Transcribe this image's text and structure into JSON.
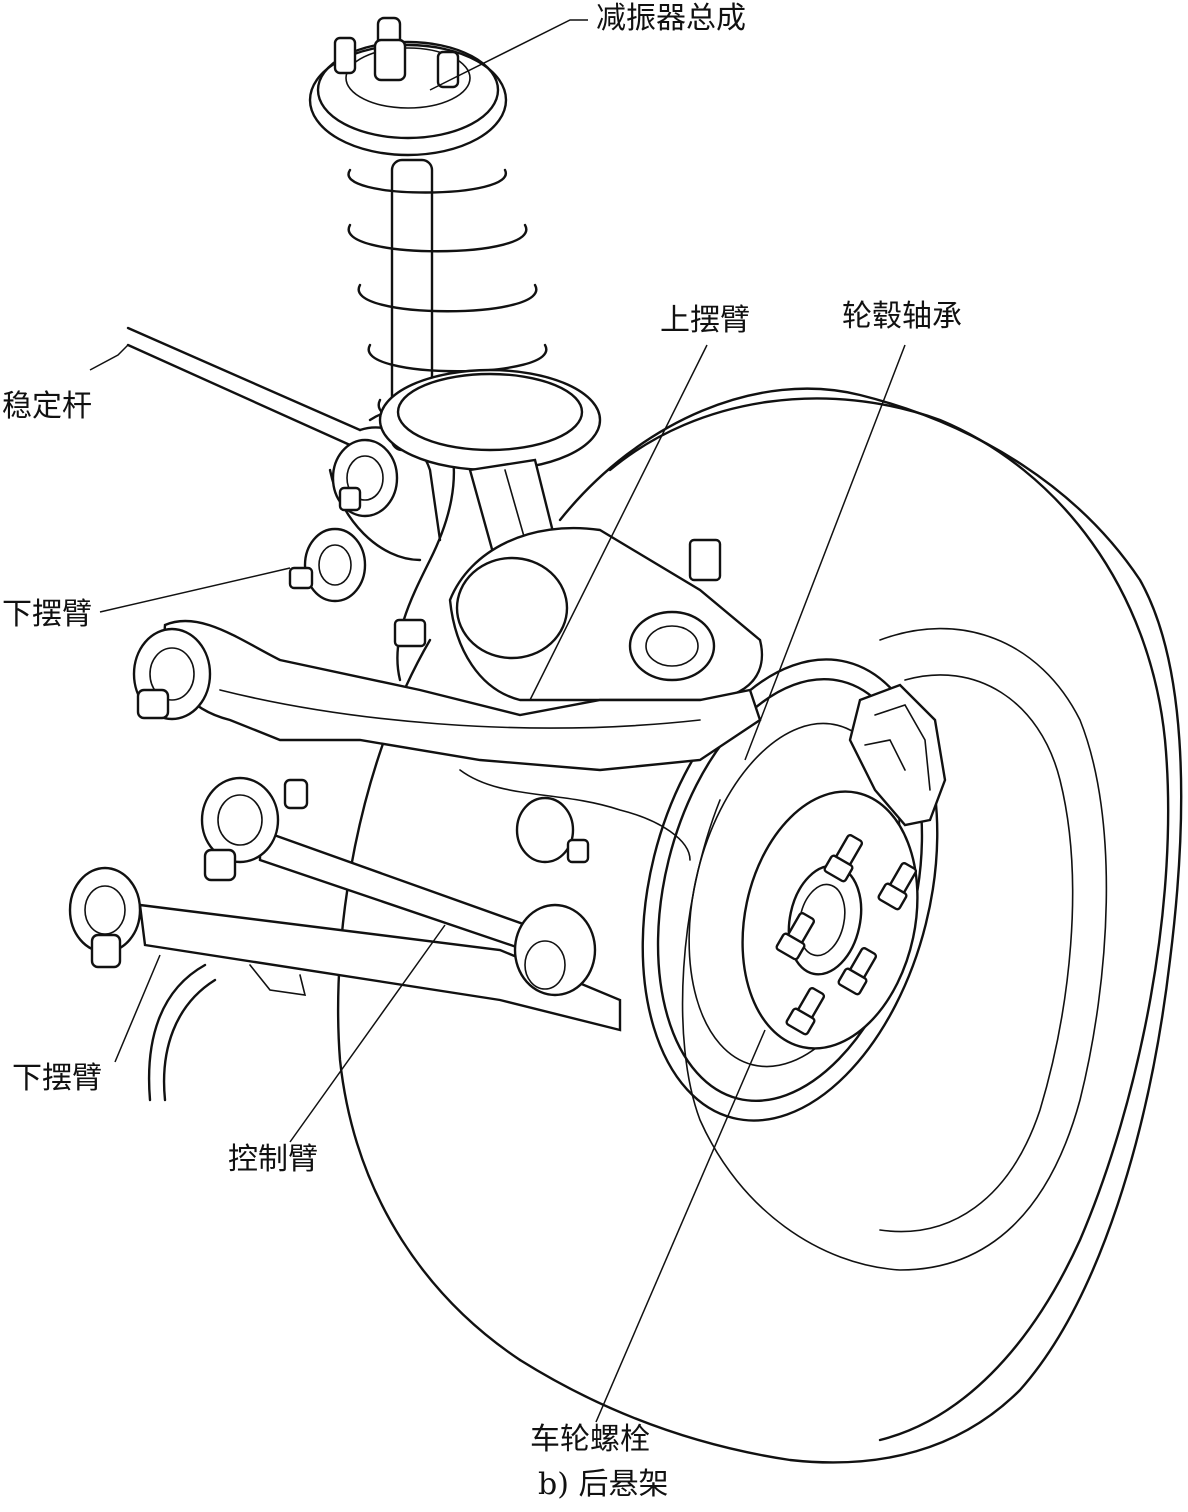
{
  "labels": {
    "shock_absorber": "减振器总成",
    "upper_arm": "上摆臂",
    "hub_bearing": "轮毂轴承",
    "stabilizer_bar": "稳定杆",
    "lower_arm_upper": "下摆臂",
    "lower_arm_lower": "下摆臂",
    "control_arm": "控制臂",
    "wheel_bolt": "车轮螺栓"
  },
  "caption": "b) 后悬架"
}
